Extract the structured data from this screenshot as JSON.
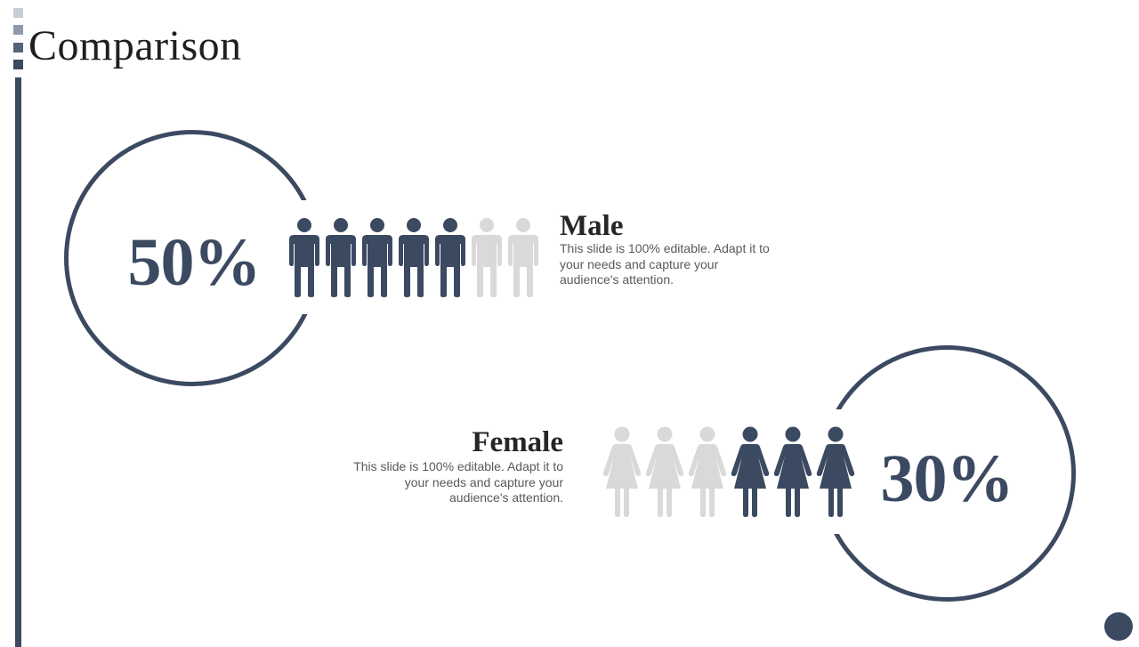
{
  "slide": {
    "title": "Comparison"
  },
  "colors": {
    "accent": "#3b4a61",
    "inactive": "#d9d9d9",
    "text_dark": "#262626",
    "text_body": "#595959"
  },
  "male": {
    "percent": "50%",
    "heading": "Male",
    "description": "This slide is 100% editable. Adapt it to your needs and capture your audience's attention.",
    "icon": "male-person-icon",
    "icons_total": 7,
    "icons_filled": 5
  },
  "female": {
    "percent": "30%",
    "heading": "Female",
    "description": "This slide is 100% editable. Adapt it to your needs and capture your audience's attention.",
    "icon": "female-person-icon",
    "icons_total": 6,
    "icons_filled": 3
  }
}
